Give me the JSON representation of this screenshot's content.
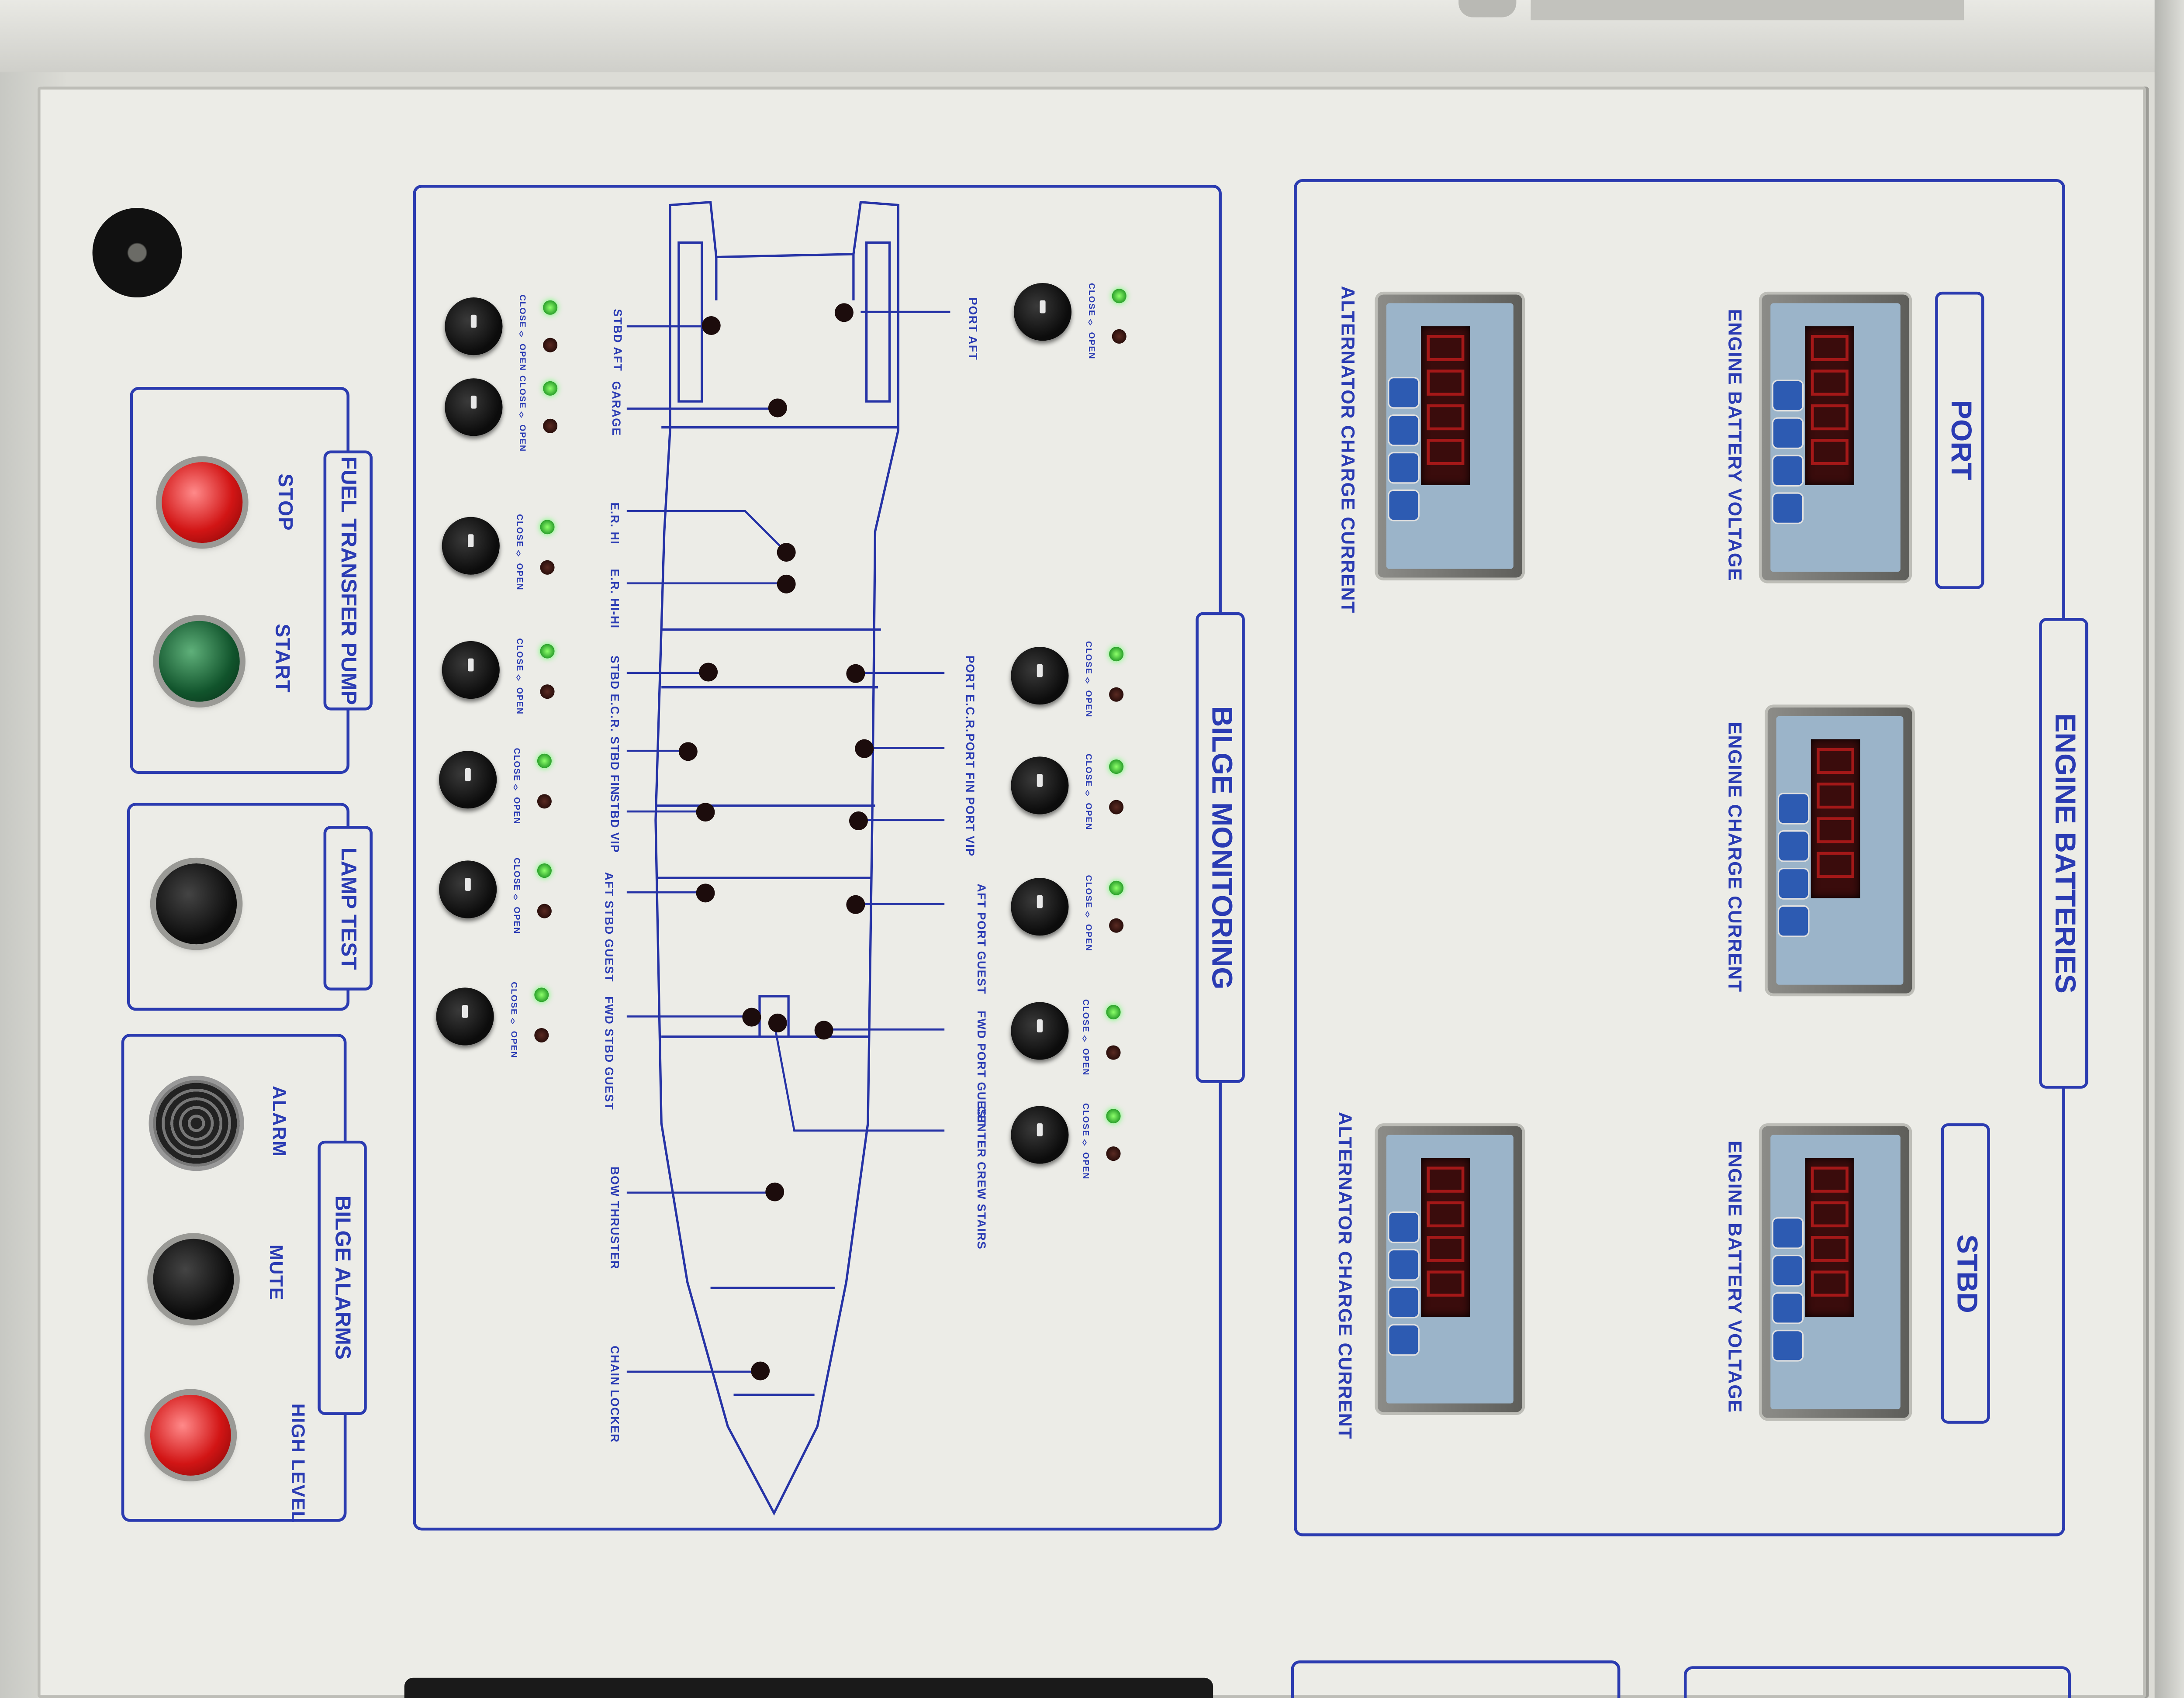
{
  "fuel_transfer_pump": {
    "title": "FUEL TRANSFER PUMP",
    "stop": "STOP",
    "start": "START"
  },
  "lamp_test": {
    "title": "LAMP TEST"
  },
  "bilge_alarms": {
    "title": "BILGE ALARMS",
    "alarm": "ALARM",
    "mute": "MUTE",
    "high_level": "HIGH LEVEL"
  },
  "bilge_monitoring": {
    "title": "BILGE MONITORING",
    "switch_caption": "CLOSE ◊ OPEN",
    "zones": {
      "stbd_aft": "STBD AFT",
      "garage": "GARAGE",
      "er_hi": "E.R. HI",
      "er_hihi": "E.R. HI-HI",
      "stbd_ecr": "STBD E.C.R.",
      "stbd_fin": "STBD FIN",
      "stbd_vip": "STBD VIP",
      "aft_stbd_guest": "AFT STBD GUEST",
      "fwd_stbd_guest": "FWD STBD GUEST",
      "bow_thruster": "BOW THRUSTER",
      "chain_locker": "CHAIN LOCKER",
      "port_aft": "PORT AFT",
      "port_ecr": "PORT E.C.R.",
      "port_fin": "PORT FIN",
      "port_vip": "PORT VIP",
      "aft_port_guest": "AFT PORT GUEST",
      "fwd_port_guest": "FWD PORT GUEST",
      "center_crew_stairs": "CENTER CREW STAIRS"
    }
  },
  "engine_batteries": {
    "title": "ENGINE BATTERIES",
    "port": "PORT",
    "stbd": "STBD",
    "alt_charge_current_1": "ALTERNATOR CHARGE CURRENT",
    "alt_charge_current_2": "ALTERNATOR CHARGE CURRENT",
    "engine_battery_voltage_port": "ENGINE BATTERY VOLTAGE",
    "engine_charge_current": "ENGINE CHARGE CURRENT",
    "engine_battery_voltage_stbd": "ENGINE BATTERY VOLTAGE"
  },
  "colors": {
    "panel": "#ecece7",
    "print": "#2a3bb3",
    "lamp_red": "#d21515",
    "lamp_green": "#11542c",
    "led_green": "#2ca02c"
  }
}
